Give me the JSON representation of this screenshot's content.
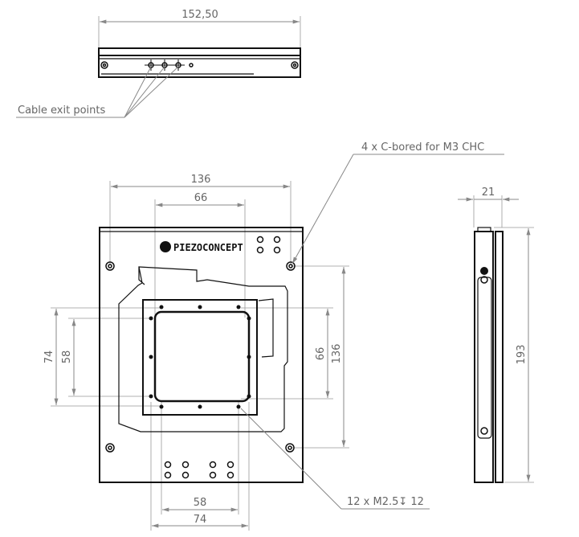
{
  "drawing": {
    "top_view": {
      "width_dim": "152,50",
      "callout": "Cable exit points"
    },
    "front_view": {
      "logo_text": "PIEZOCONCEPT",
      "dims": {
        "outer_width": "136",
        "inner_width": "66",
        "left_outer": "74",
        "left_inner": "58",
        "right_inner": "66",
        "right_outer": "136",
        "bottom_inner": "58",
        "bottom_outer": "74"
      },
      "callout_cbore": "4 x C-bored for M3 CHC",
      "callout_thread": "12 x M2.5↧ 12"
    },
    "side_view": {
      "thickness_dim": "21",
      "height_dim": "193"
    }
  }
}
